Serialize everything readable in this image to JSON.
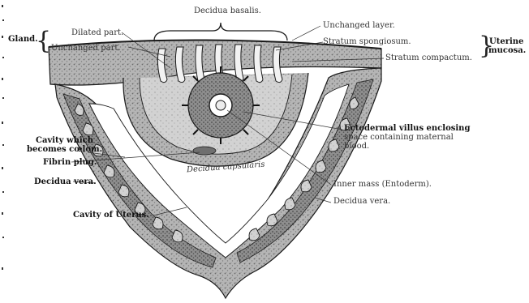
{
  "labels": {
    "gland": "Gland.",
    "dilated_part": "Dilated part.",
    "unchanged_part": "Unchanged part.",
    "decidua_basalis": "Decidua basalis.",
    "unchanged_layer": "Unchanged layer.",
    "stratum_spongiosum": "Stratum spongiosum.",
    "stratum_compactum": "Stratum compactum.",
    "uterine_mucosa_line1": "Uterine",
    "uterine_mucosa_line2": "mucosa.",
    "ectodermal_villus_line1": "Ectodermal villus enclosing",
    "ectodermal_villus_line2": "space containing maternal",
    "ectodermal_villus_line3": "blood.",
    "cavity_coelom_line1": "Cavity which",
    "cavity_coelom_line2": "becomes cœlom.",
    "fibrin_plug": "Fibrin plug.",
    "decidua_capsularis": "Decidua capsularis",
    "decidua_vera_left": "Decidua vera.",
    "inner_mass": "Inner mass (Entoderm).",
    "decidua_vera_right": "Decidua vera.",
    "cavity_of_uterus": "Cavity of Uterus."
  },
  "colors": {
    "tissue_dark": "#7a7a7a",
    "tissue_mid": "#a9a9a9",
    "tissue_light": "#cfcfcf",
    "outline": "#1a1a1a"
  }
}
